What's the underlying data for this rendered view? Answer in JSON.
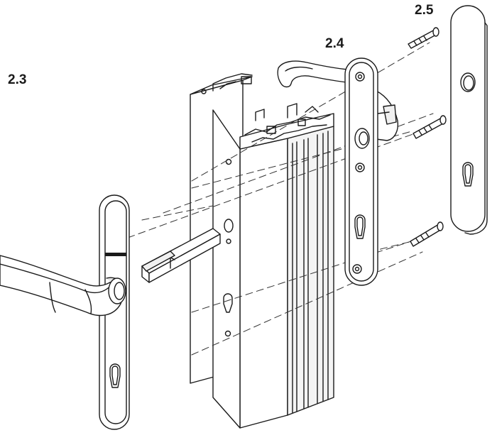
{
  "labels": {
    "step_2_3": "2.3",
    "step_2_4": "2.4",
    "step_2_5": "2.5"
  },
  "colors": {
    "line": "#1a1a1a",
    "fill": "#ffffff",
    "shade": "#e6e6e6",
    "dash": "#333333"
  }
}
